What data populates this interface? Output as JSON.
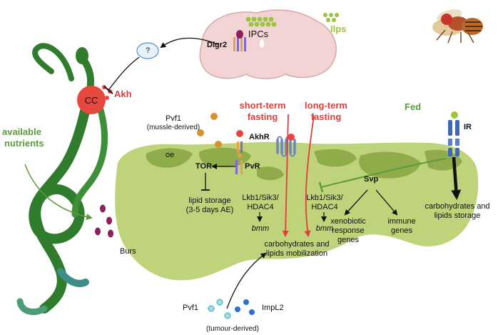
{
  "labels": {
    "question_mark": "?",
    "ipcs": "IPCs",
    "dlgr2": "Dlgr2",
    "ilps": "Ilps",
    "cc": "CC",
    "akh": "Akh",
    "available_nutrients_1": "available",
    "available_nutrients_2": "nutrients",
    "burs": "Burs",
    "pvf1_top": "Pvf1",
    "pvf1_top_sub": "(mussle-derived)",
    "akhr": "AkhR",
    "short_fasting_1": "short-term",
    "short_fasting_2": "fasting",
    "long_fasting_1": "long-term",
    "long_fasting_2": "fasting",
    "fed": "Fed",
    "ir": "IR",
    "oe": "oe",
    "tor": "TOR",
    "pvr": "PvR",
    "svp": "Svp",
    "lipid_storage_1": "lipid storage",
    "lipid_storage_2": "(3-5 days AE)",
    "lkb_left_1": "Lkb1/Sik3/",
    "lkb_left_2": "HDAC4",
    "bmm_left": "bmm",
    "lkb_right_1": "Lkb1/Sik3/",
    "lkb_right_2": "HDAC4",
    "bmm_right": "bmm",
    "carb_mob_1": "carbohydrates and",
    "carb_mob_2": "lipids mobilization",
    "xeno_1": "xenobiotic",
    "xeno_2": "response",
    "xeno_3": "genes",
    "immune_1": "immune",
    "immune_2": "genes",
    "carb_store_1": "carbohydrates and",
    "carb_store_2": "lipids storage",
    "pvf1_bottom": "Pvf1",
    "impl2": "ImpL2",
    "tumour": "(tumour-derived)"
  },
  "colors": {
    "fat_body": "#bfd37a",
    "fat_body_dark": "#7f9a3a",
    "gut": "#2f7d2c",
    "cc_red": "#e8473e",
    "fasting_red": "#e53b3b",
    "fed_green": "#5c9a3e",
    "brain": "#f1d4d3",
    "ilp_green": "#9bc53d",
    "burs_purple": "#8e1f5c",
    "impl2_blue": "#2b6fd1",
    "pvf1_cyan": "#9ee0e2"
  },
  "icons": [
    "fly-icon",
    "brain-icon",
    "gut-icon",
    "receptor-icon"
  ]
}
